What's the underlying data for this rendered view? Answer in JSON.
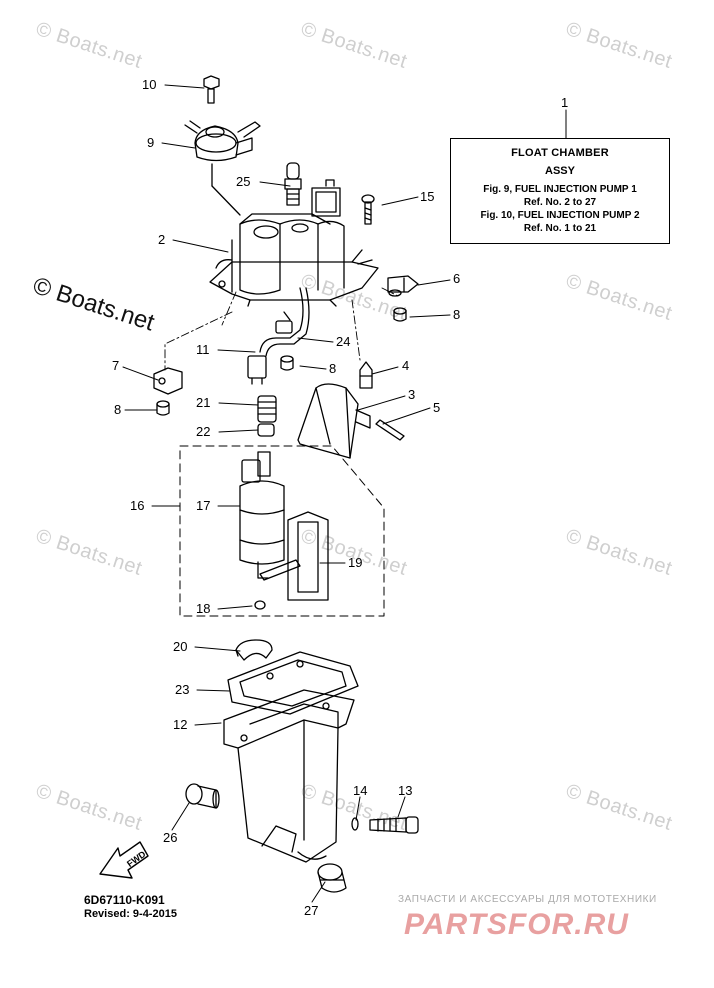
{
  "watermark": {
    "text": "© Boats.net",
    "prominent": "© Boats.net"
  },
  "info_box": {
    "ref_number": "1",
    "title": "FLOAT CHAMBER",
    "subtitle": "ASSY",
    "line1": "Fig. 9, FUEL INJECTION PUMP 1",
    "line2": "Ref. No. 2 to 27",
    "line3": "Fig. 10, FUEL INJECTION PUMP 2",
    "line4": "Ref. No. 1 to 21"
  },
  "callouts": [
    "10",
    "9",
    "25",
    "15",
    "2",
    "6",
    "8",
    "11",
    "24",
    "7",
    "8",
    "4",
    "8",
    "21",
    "3",
    "5",
    "22",
    "16",
    "17",
    "19",
    "18",
    "20",
    "23",
    "12",
    "14",
    "13",
    "26",
    "27"
  ],
  "footer": {
    "code": "6D67110-K091",
    "revised": "Revised: 9-4-2015",
    "fwd_label": "FWD"
  },
  "shop": {
    "tagline": "ЗАПЧАСТИ И АКСЕССУАРЫ ДЛЯ МОТОТЕХНИКИ",
    "logo": "PARTSFOR.RU"
  },
  "colors": {
    "ink": "#000000",
    "watermark": "#cfcfcf",
    "shop_logo": "#e8a0a0"
  }
}
